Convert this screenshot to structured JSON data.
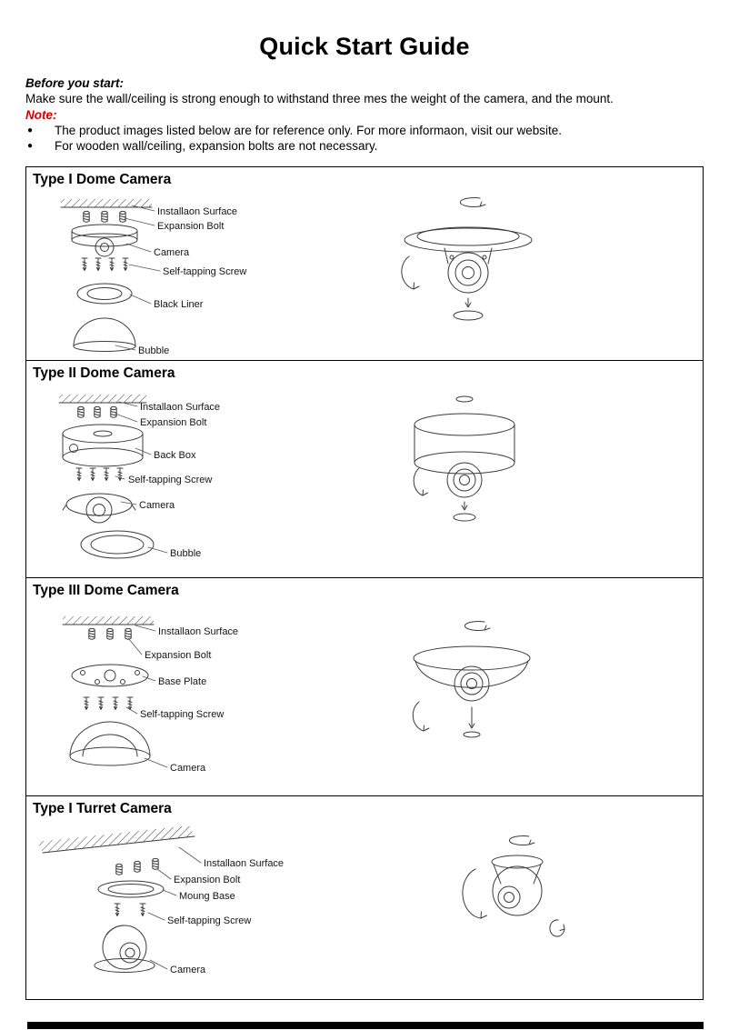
{
  "page": {
    "title": "Quick Start Guide",
    "before_heading": "Before you start:",
    "before_text": "Make sure the wall/ceiling is strong enough to withstand three mes the weight of the camera, and the mount.",
    "note_heading": "Note:",
    "bullets": [
      "The product images listed below are for reference only. For more informaon, visit our website.",
      "For wooden wall/ceiling, expansion bolts are not necessary."
    ],
    "colors": {
      "note_red": "#d40000"
    }
  },
  "sections": [
    {
      "title": "Type I Dome Camera",
      "labels": [
        "Installaon Surface",
        "Expansion Bolt",
        "Camera",
        "Self-tapping Screw",
        "Black Liner",
        "Bubble"
      ]
    },
    {
      "title": "Type II Dome Camera",
      "labels": [
        "Installaon Surface",
        "Expansion Bolt",
        "Back Box",
        "Self-tapping Screw",
        "Camera",
        "Bubble"
      ]
    },
    {
      "title": "Type III Dome Camera",
      "labels": [
        "Installaon Surface",
        "Expansion Bolt",
        "Base Plate",
        "Self-tapping Screw",
        "Camera"
      ]
    },
    {
      "title": "Type I Turret Camera",
      "labels": [
        "Installaon Surface",
        "Expansion Bolt",
        "Moung Base",
        "Self-tapping Screw",
        "Camera"
      ]
    }
  ]
}
